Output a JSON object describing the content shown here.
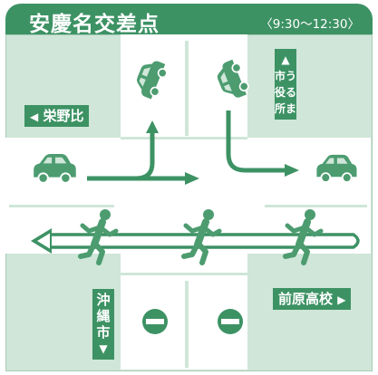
{
  "header": {
    "title": "安慶名交差点",
    "time": "〈9:30〜12:30〉"
  },
  "directions": {
    "west": {
      "arrow": "◀",
      "text": "栄野比"
    },
    "north_east": {
      "arrow": "▲",
      "chars": [
        "う",
        "る",
        "ま",
        "市",
        "役",
        "所"
      ]
    },
    "south_west": {
      "arrow": "▼",
      "chars": [
        "沖",
        "縄",
        "市"
      ]
    },
    "east": {
      "text": "前原高校",
      "arrow": "▶"
    }
  },
  "colors": {
    "accent": "#3d9264",
    "road": "#ffffff",
    "block": "#cfe6d8",
    "vehicle": "#4c9c70"
  },
  "icons": {
    "vehicles": [
      "car-icon",
      "car-icon",
      "car-icon",
      "car-icon"
    ],
    "pedestrians": [
      "pedestrian-icon",
      "pedestrian-icon",
      "pedestrian-icon"
    ],
    "no_entry": [
      "no-entry-icon",
      "no-entry-icon"
    ]
  }
}
